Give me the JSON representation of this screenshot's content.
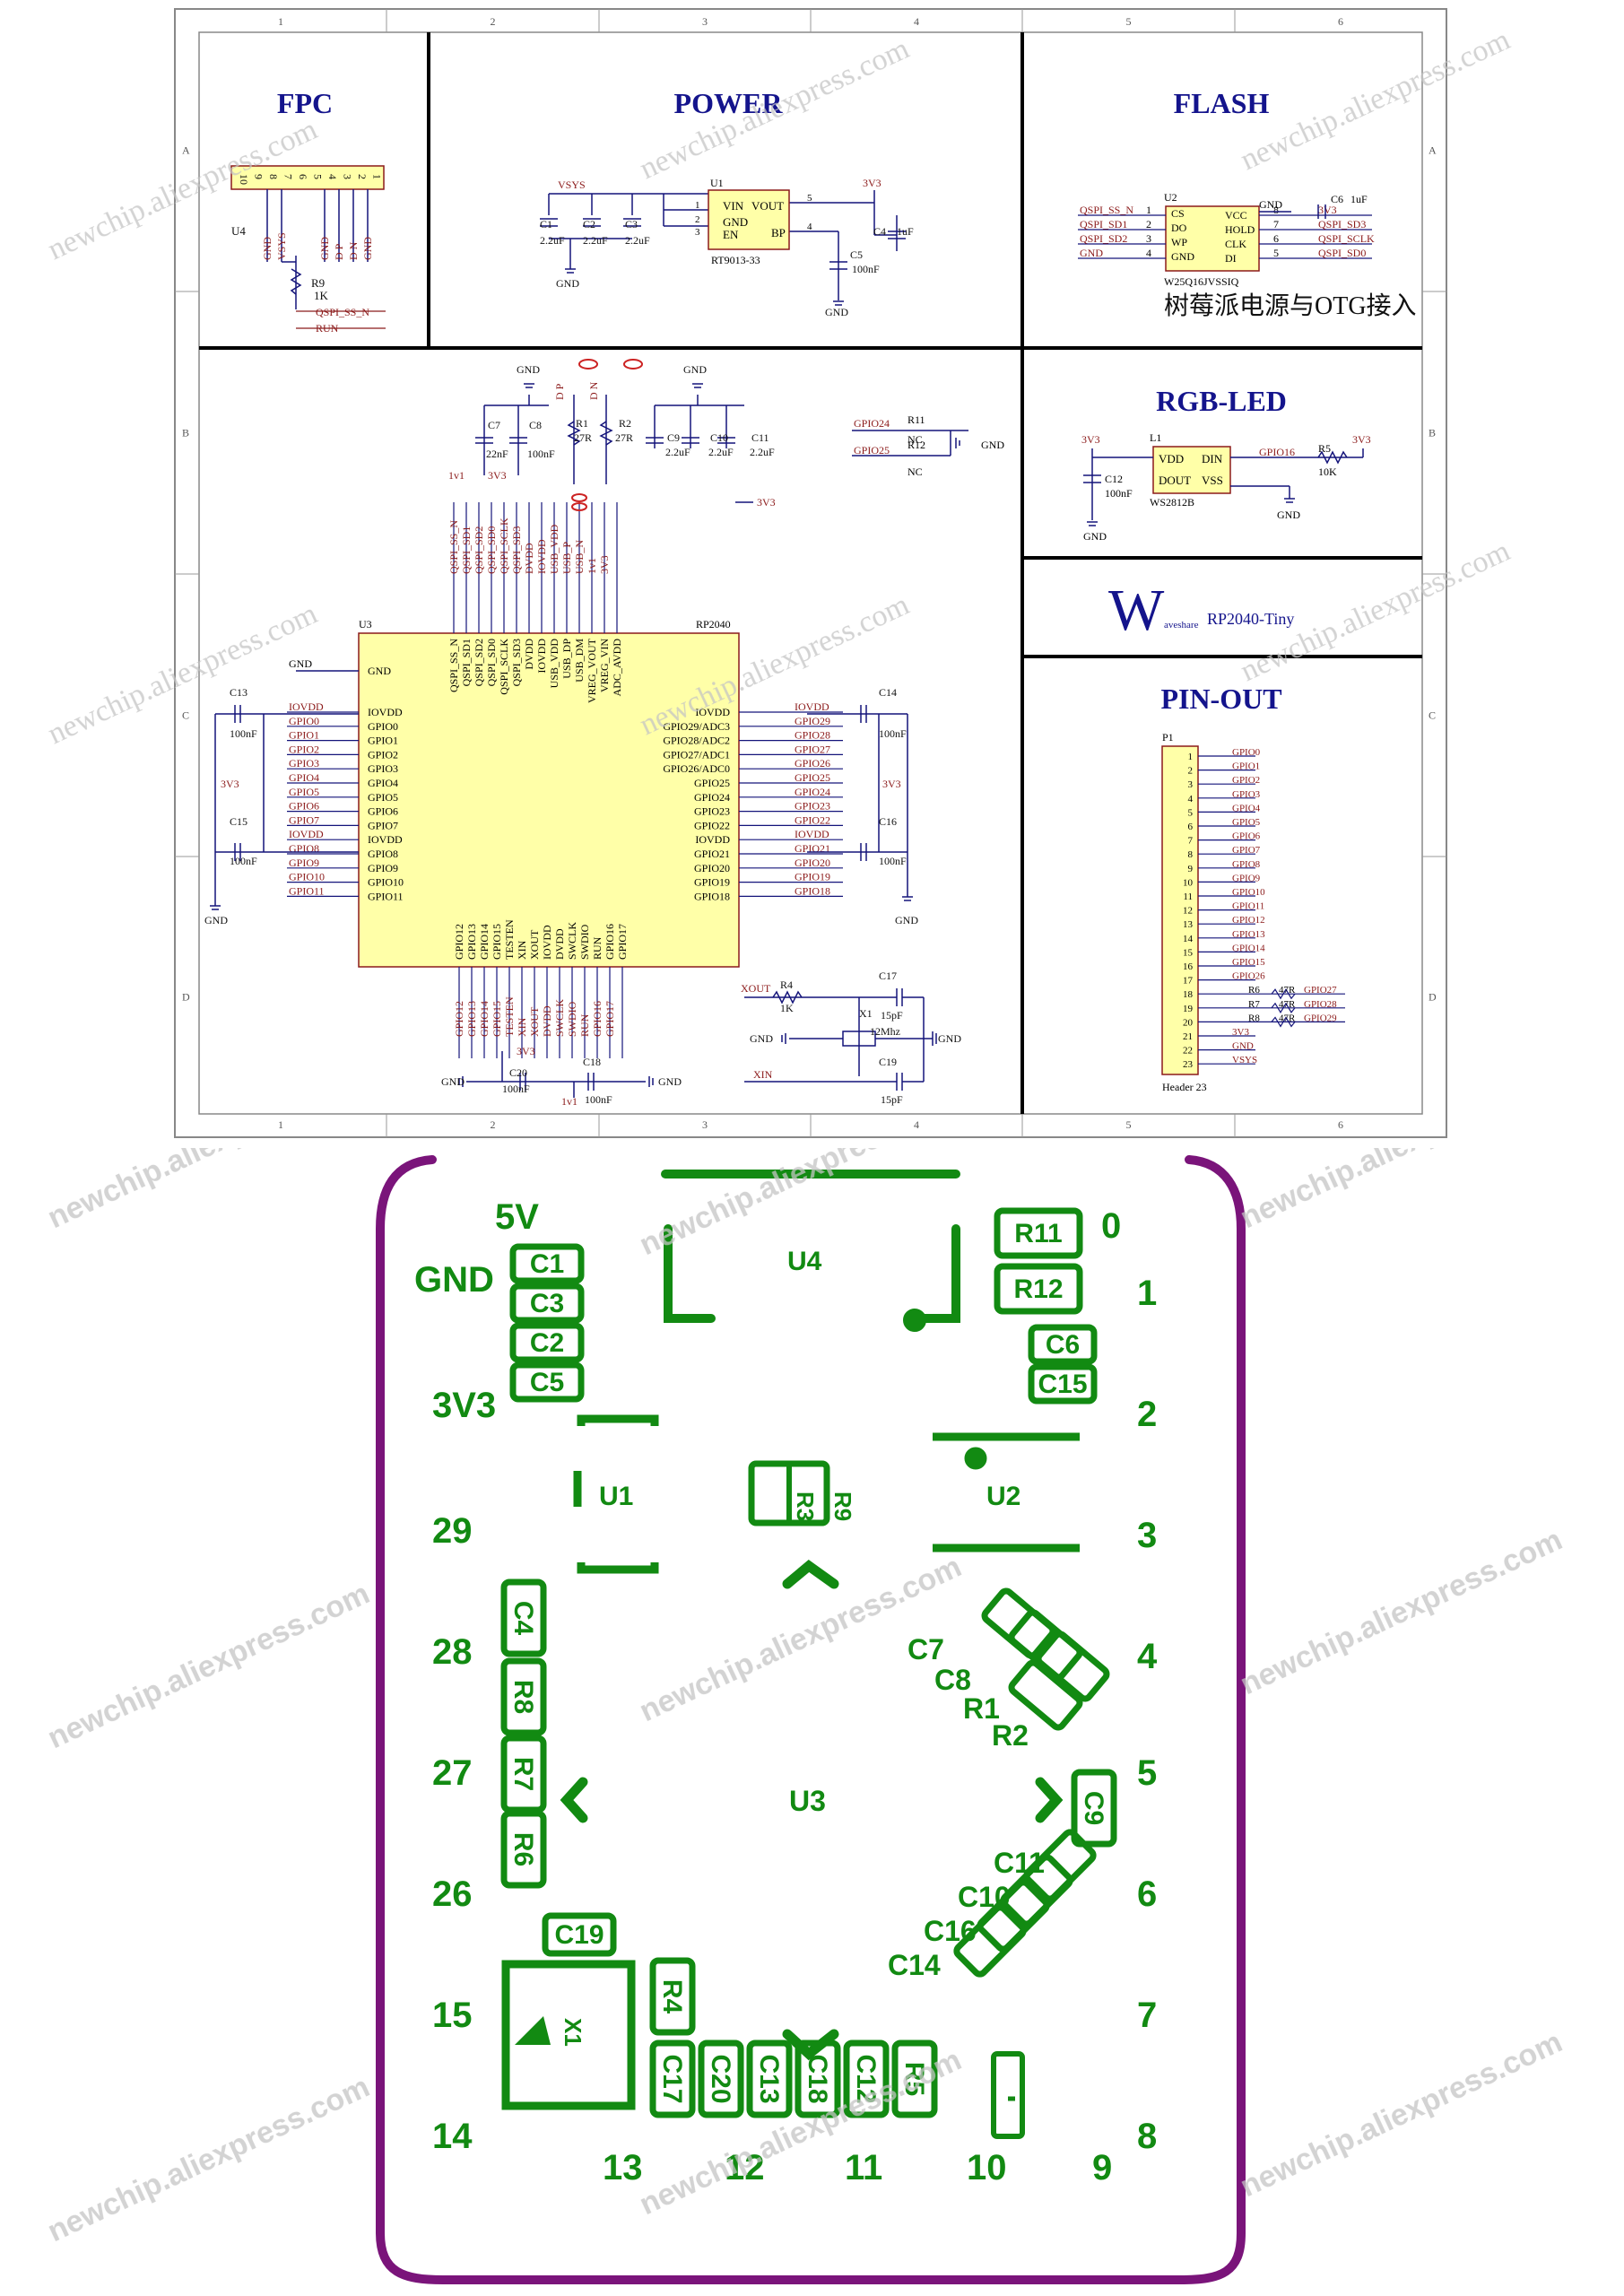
{
  "frame": {
    "columns": [
      "1",
      "2",
      "3",
      "4",
      "5",
      "6"
    ],
    "rows": [
      "A",
      "B",
      "C",
      "D"
    ]
  },
  "sections": {
    "fpc": "FPC",
    "power": "POWER",
    "flash": "FLASH",
    "rgb_led": "RGB-LED",
    "pin_out": "PIN-OUT",
    "otg_note": "树莓派电源与OTG接入"
  },
  "logo": {
    "letter": "W",
    "brand": "aveshare",
    "product": "RP2040-Tiny"
  },
  "fpc": {
    "connector": "U4",
    "pins": [
      "1",
      "2",
      "3",
      "4",
      "5",
      "6",
      "7",
      "8",
      "9",
      "10"
    ],
    "nets": [
      "GND",
      "VSYS",
      "GND",
      "D P",
      "D N",
      "GND"
    ],
    "r9": "R9",
    "r9_value": "1K",
    "qspi": "QSPI_SS_N",
    "run": "RUN"
  },
  "power": {
    "vsys": "VSYS",
    "caps": [
      {
        "ref": "C1",
        "value": "2.2uF"
      },
      {
        "ref": "C2",
        "value": "2.2uF"
      },
      {
        "ref": "C3",
        "value": "2.2uF"
      }
    ],
    "gnd": "GND",
    "u1": "U1",
    "pins_left": [
      "VIN",
      "GND",
      "EN"
    ],
    "pins_right": [
      "VOUT",
      "BP"
    ],
    "pin_nums": [
      "1",
      "2",
      "3",
      "5",
      "4"
    ],
    "part": "RT9013-33",
    "out_net": "3V3",
    "c4": "C4",
    "c4_value": "1uF",
    "c5": "C5",
    "c5_value": "100nF"
  },
  "flash": {
    "u2": "U2",
    "left_nets": [
      "QSPI_SS_N",
      "QSPI_SD1",
      "QSPI_SD2",
      "GND"
    ],
    "left_nums": [
      "1",
      "2",
      "3",
      "4"
    ],
    "left_pins": [
      "CS",
      "DO",
      "WP",
      "GND"
    ],
    "right_pins": [
      "VCC",
      "HOLD",
      "CLK",
      "DI"
    ],
    "right_nums": [
      "8",
      "7",
      "6",
      "5"
    ],
    "right_nets": [
      "3V3",
      "QSPI_SD3",
      "QSPI_SCLK",
      "QSPI_SD0"
    ],
    "gnd": "GND",
    "c6": "C6",
    "c6_value": "1uF",
    "part": "W25Q16JVSSIQ"
  },
  "rgb": {
    "l1": "L1",
    "pins_left": [
      "VDD",
      "DOUT"
    ],
    "pins_right": [
      "DIN",
      "VSS"
    ],
    "part": "WS2812B",
    "vcc": "3V3",
    "c12": "C12",
    "c12_value": "100nF",
    "gpio": "GPIO16",
    "r5": "R5",
    "r5_value": "10K",
    "gnd": "GND"
  },
  "rp": {
    "u3": "U3",
    "part": "RP2040",
    "top_pins": [
      "QSPI_SS_N",
      "QSPI_SD1",
      "QSPI_SD2",
      "QSPI_SD0",
      "QSPI_SCLK",
      "QSPI_SD3",
      "DVDD",
      "IOVDD",
      "USB_VDD",
      "USB_DP",
      "USB_DM",
      "VREG_VOUT",
      "VREG_VIN",
      "ADC_AVDD"
    ],
    "top_nets": [
      "QSPI_SS_N",
      "QSPI_SD1",
      "QSPI_SD2",
      "QSPI_SD0",
      "QSPI_SCLK",
      "QSPI_SD3",
      "DVDD",
      "IOVDD",
      "USB_VDD",
      "USB_P",
      "USB_N",
      "1v1",
      "3V3"
    ],
    "left_pins": [
      "IOVDD",
      "GPIO0",
      "GPIO1",
      "GPIO2",
      "GPIO3",
      "GPIO4",
      "GPIO5",
      "GPIO6",
      "GPIO7",
      "IOVDD",
      "GPIO8",
      "GPIO9",
      "GPIO10",
      "GPIO11"
    ],
    "left_nets": [
      "IOVDD",
      "GPIO0",
      "GPIO1",
      "GPIO2",
      "GPIO3",
      "GPIO4",
      "GPIO5",
      "GPIO6",
      "GPIO7",
      "IOVDD",
      "GPIO8",
      "GPIO9",
      "GPIO10",
      "GPIO11"
    ],
    "right_pins": [
      "IOVDD",
      "GPIO29/ADC3",
      "GPIO28/ADC2",
      "GPIO27/ADC1",
      "GPIO26/ADC0",
      "GPIO25",
      "GPIO24",
      "GPIO23",
      "GPIO22",
      "IOVDD",
      "GPIO21",
      "GPIO20",
      "GPIO19",
      "GPIO18"
    ],
    "right_nets": [
      "IOVDD",
      "GPIO29",
      "GPIO28",
      "GPIO27",
      "GPIO26",
      "GPIO25",
      "GPIO24",
      "GPIO23",
      "GPIO22",
      "IOVDD",
      "GPIO21",
      "GPIO20",
      "GPIO19",
      "GPIO18"
    ],
    "bottom_pins": [
      "GPIO12",
      "GPIO13",
      "GPIO14",
      "GPIO15",
      "TESTEN",
      "XIN",
      "XOUT",
      "IOVDD",
      "DVDD",
      "SWCLK",
      "SWDIO",
      "RUN",
      "GPIO16",
      "GPIO17"
    ],
    "bottom_nets": [
      "GPIO12",
      "GPIO13",
      "GPIO14",
      "GPIO15",
      "TESTEN",
      "XIN",
      "XOUT",
      "DVDD",
      "SWCLK",
      "SWDIO",
      "RUN",
      "GPIO16",
      "GPIO17"
    ],
    "gnd_pin": "GND",
    "gnd": "GND",
    "caps_left": [
      {
        "ref": "C13",
        "value": "100nF"
      },
      {
        "ref": "C15",
        "value": "100nF"
      }
    ],
    "caps_right": [
      {
        "ref": "C14",
        "value": "100nF"
      },
      {
        "ref": "C16",
        "value": "100nF"
      }
    ],
    "caps_top": [
      {
        "ref": "C7",
        "value": "22nF"
      },
      {
        "ref": "C8",
        "value": "100nF"
      },
      {
        "ref": "C9",
        "value": "2.2uF"
      },
      {
        "ref": "C10",
        "value": "2.2uF"
      },
      {
        "ref": "C11",
        "value": "2.2uF"
      }
    ],
    "res_top": [
      {
        "ref": "R1",
        "value": "27R"
      },
      {
        "ref": "R2",
        "value": "27R"
      }
    ],
    "usb_nets": [
      "D P",
      "D N"
    ],
    "net_1v1": "1v1",
    "net_3v3": "3V3",
    "gpio24": "GPIO24",
    "gpio25": "GPIO25",
    "r11": "R11",
    "r12": "R12",
    "nc": "NC",
    "caps_bottom": [
      {
        "ref": "C20",
        "value": "100nF"
      },
      {
        "ref": "C18",
        "value": "100nF"
      }
    ],
    "xtal": {
      "r4": "R4",
      "r4_value": "1K",
      "xout": "XOUT",
      "xin": "XIN",
      "x1": "X1",
      "freq": "12Mhz",
      "c17": "C17",
      "c19": "C19",
      "cap_value": "15pF"
    }
  },
  "pinout": {
    "p1": "P1",
    "numbers": [
      "1",
      "2",
      "3",
      "4",
      "5",
      "6",
      "7",
      "8",
      "9",
      "10",
      "11",
      "12",
      "13",
      "14",
      "15",
      "16",
      "17",
      "18",
      "19",
      "20",
      "21",
      "22",
      "23"
    ],
    "nets": [
      "GPIO0",
      "GPIO1",
      "GPIO2",
      "GPIO3",
      "GPIO4",
      "GPIO5",
      "GPIO6",
      "GPIO7",
      "GPIO8",
      "GPIO9",
      "GPIO10",
      "GPIO11",
      "GPIO12",
      "GPIO13",
      "GPIO14",
      "GPIO15",
      "GPIO26",
      "",
      "",
      "",
      "3V3",
      "GND",
      "VSYS"
    ],
    "res": [
      {
        "ref": "R6",
        "value": "47R",
        "net": "GPIO27"
      },
      {
        "ref": "R7",
        "value": "47R",
        "net": "GPIO28"
      },
      {
        "ref": "R8",
        "value": "47R",
        "net": "GPIO29"
      }
    ],
    "footer": "Header 23"
  },
  "pcb": {
    "side_labels": [
      "5V",
      "GND",
      "3V3",
      "29",
      "28",
      "27",
      "26",
      "15",
      "14"
    ],
    "right_labels": [
      "0",
      "1",
      "2",
      "3",
      "4",
      "5",
      "6",
      "7",
      "8"
    ],
    "bottom_labels": [
      "13",
      "12",
      "11",
      "10",
      "9"
    ],
    "parts": [
      "U4",
      "U1",
      "U2",
      "U3",
      "R11",
      "R12",
      "C6",
      "C15",
      "C1",
      "C3",
      "C2",
      "C5",
      "R3",
      "R9",
      "C4",
      "R8",
      "R7",
      "R6",
      "C7",
      "C8",
      "R1",
      "R2",
      "C9",
      "C11",
      "C10",
      "C16",
      "C14",
      "C19",
      "X1",
      "R4",
      "C17",
      "C20",
      "C13",
      "C18",
      "C12",
      "R5"
    ]
  },
  "watermark": "newchip.aliexpress.com",
  "colors": {
    "silk": "#128a12",
    "outline": "#7a147a",
    "schematic_line": "#14147a",
    "net_label": "#8b1a1a",
    "chip_fill": "#ffffa8",
    "heading": "#14148c"
  }
}
